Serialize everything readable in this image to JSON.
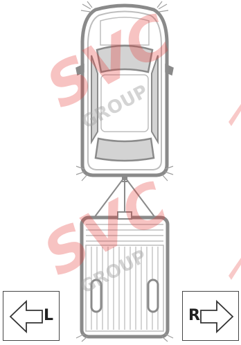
{
  "watermark": {
    "brand": "SVC",
    "group": "GROUP",
    "brand_color": "#e53935",
    "group_color": "#9e9e9e"
  },
  "diagram": {
    "vehicle_icon": "car-top-view",
    "trailer_icon": "trailer-top-view",
    "outline_color": "#8a8a8a",
    "fill_color": "#cfcfcf"
  },
  "controls": {
    "left_label": "L",
    "right_label": "R",
    "left_icon": "arrow-left-icon",
    "right_icon": "arrow-right-icon"
  }
}
